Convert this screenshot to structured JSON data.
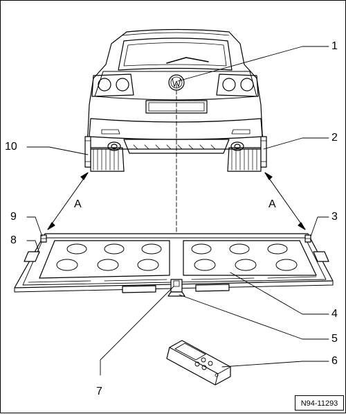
{
  "figure": {
    "reference_code": "N94-11293",
    "dimension_label_left": "A",
    "dimension_label_right": "A",
    "callouts": [
      "1",
      "2",
      "3",
      "4",
      "5",
      "6",
      "7",
      "8",
      "9",
      "10"
    ]
  }
}
